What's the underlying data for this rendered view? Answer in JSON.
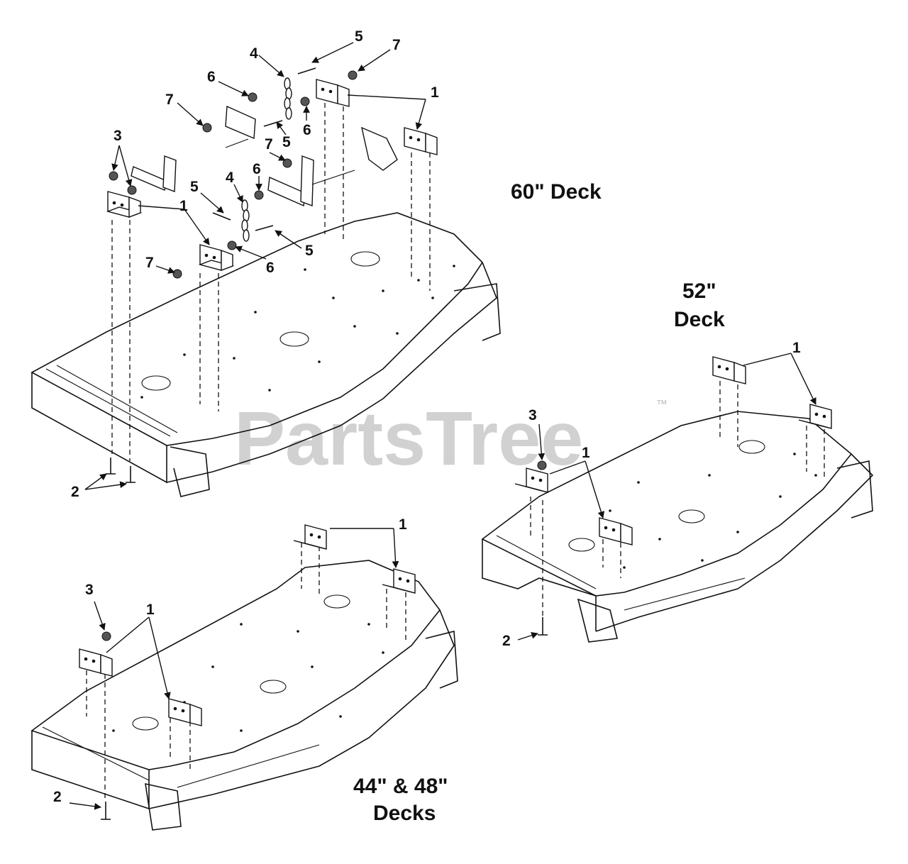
{
  "deck_labels": {
    "deck60": "60\" Deck",
    "deck52_line1": "52\"",
    "deck52_line2": "Deck",
    "deck4448_line1": "44\" & 48\"",
    "deck4448_line2": "Decks"
  },
  "callouts": {
    "c1": "1",
    "c2": "2",
    "c3": "3",
    "c4": "4",
    "c5": "5",
    "c6": "6",
    "c7": "7"
  },
  "watermark": {
    "text": "PartsTree",
    "trademark": "™"
  }
}
